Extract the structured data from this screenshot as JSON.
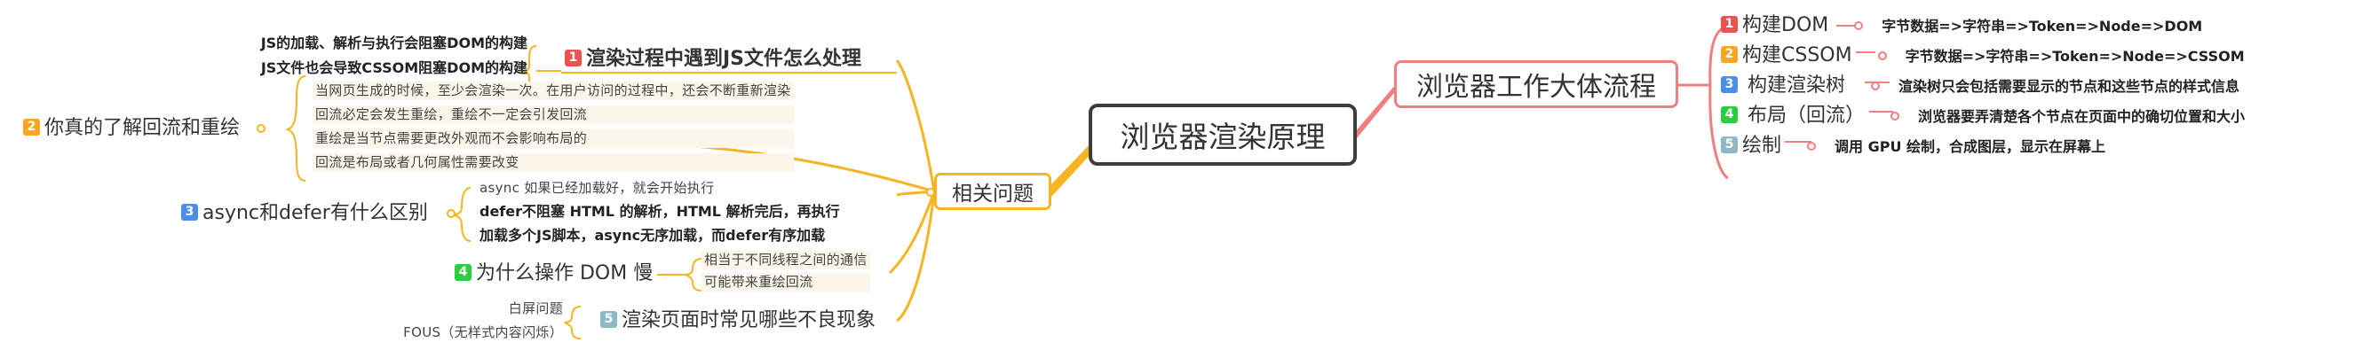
{
  "root": {
    "label": "浏览器渲染原理"
  },
  "flow": {
    "label": "浏览器工作大体流程",
    "steps": [
      {
        "num": "1",
        "label": "构建DOM",
        "desc": "字节数据=>字符串=>Token=>Node=>DOM"
      },
      {
        "num": "2",
        "label": "构建CSSOM",
        "desc": "字节数据=>字符串=>Token=>Node=>CSSOM"
      },
      {
        "num": "3",
        "label": "构建渲染树",
        "desc": "渲染树只会包括需要显示的节点和这些节点的样式信息"
      },
      {
        "num": "4",
        "label": "布局（回流）",
        "desc": "浏览器要弄清楚各个节点在页面中的确切位置和大小"
      },
      {
        "num": "5",
        "label": "绘制",
        "desc": "调用 GPU 绘制，合成图层，显示在屏幕上"
      }
    ]
  },
  "related": {
    "label": "相关问题",
    "q1": {
      "num": "1",
      "label": "渲染过程中遇到JS文件怎么处理",
      "notes": [
        "JS的加载、解析与执行会阻塞DOM的构建",
        "JS文件也会导致CSSOM阻塞DOM的构建"
      ]
    },
    "q2": {
      "num": "2",
      "label": "你真的了解回流和重绘",
      "notes": [
        "当网页生成的时候，至少会渲染一次。在用户访问的过程中，还会不断重新渲染",
        "回流必定会发生重绘，重绘不一定会引发回流",
        "重绘是当节点需要更改外观而不会影响布局的",
        "回流是布局或者几何属性需要改变"
      ]
    },
    "q3": {
      "num": "3",
      "label": "async和defer有什么区别",
      "notes": [
        "async 如果已经加载好，就会开始执行",
        "defer不阻塞 HTML 的解析，HTML 解析完后，再执行",
        "加载多个JS脚本，async无序加载，而defer有序加载"
      ]
    },
    "q4": {
      "num": "4",
      "label": "为什么操作 DOM 慢",
      "notes": [
        "相当于不同线程之间的通信",
        "可能带来重绘回流"
      ]
    },
    "q5": {
      "num": "5",
      "label": "渲染页面时常见哪些不良现象",
      "notes": [
        "白屏问题",
        "FOUS（无样式内容闪烁）"
      ]
    }
  },
  "colors": {
    "root_border": "#3d3d3d",
    "flow_border": "#f08080",
    "related_border": "#f5b523",
    "badge1": "#e8544e",
    "badge2": "#f5a623",
    "badge3": "#4a90e2",
    "badge4": "#2ecc40",
    "badge5": "#8db8c6"
  }
}
